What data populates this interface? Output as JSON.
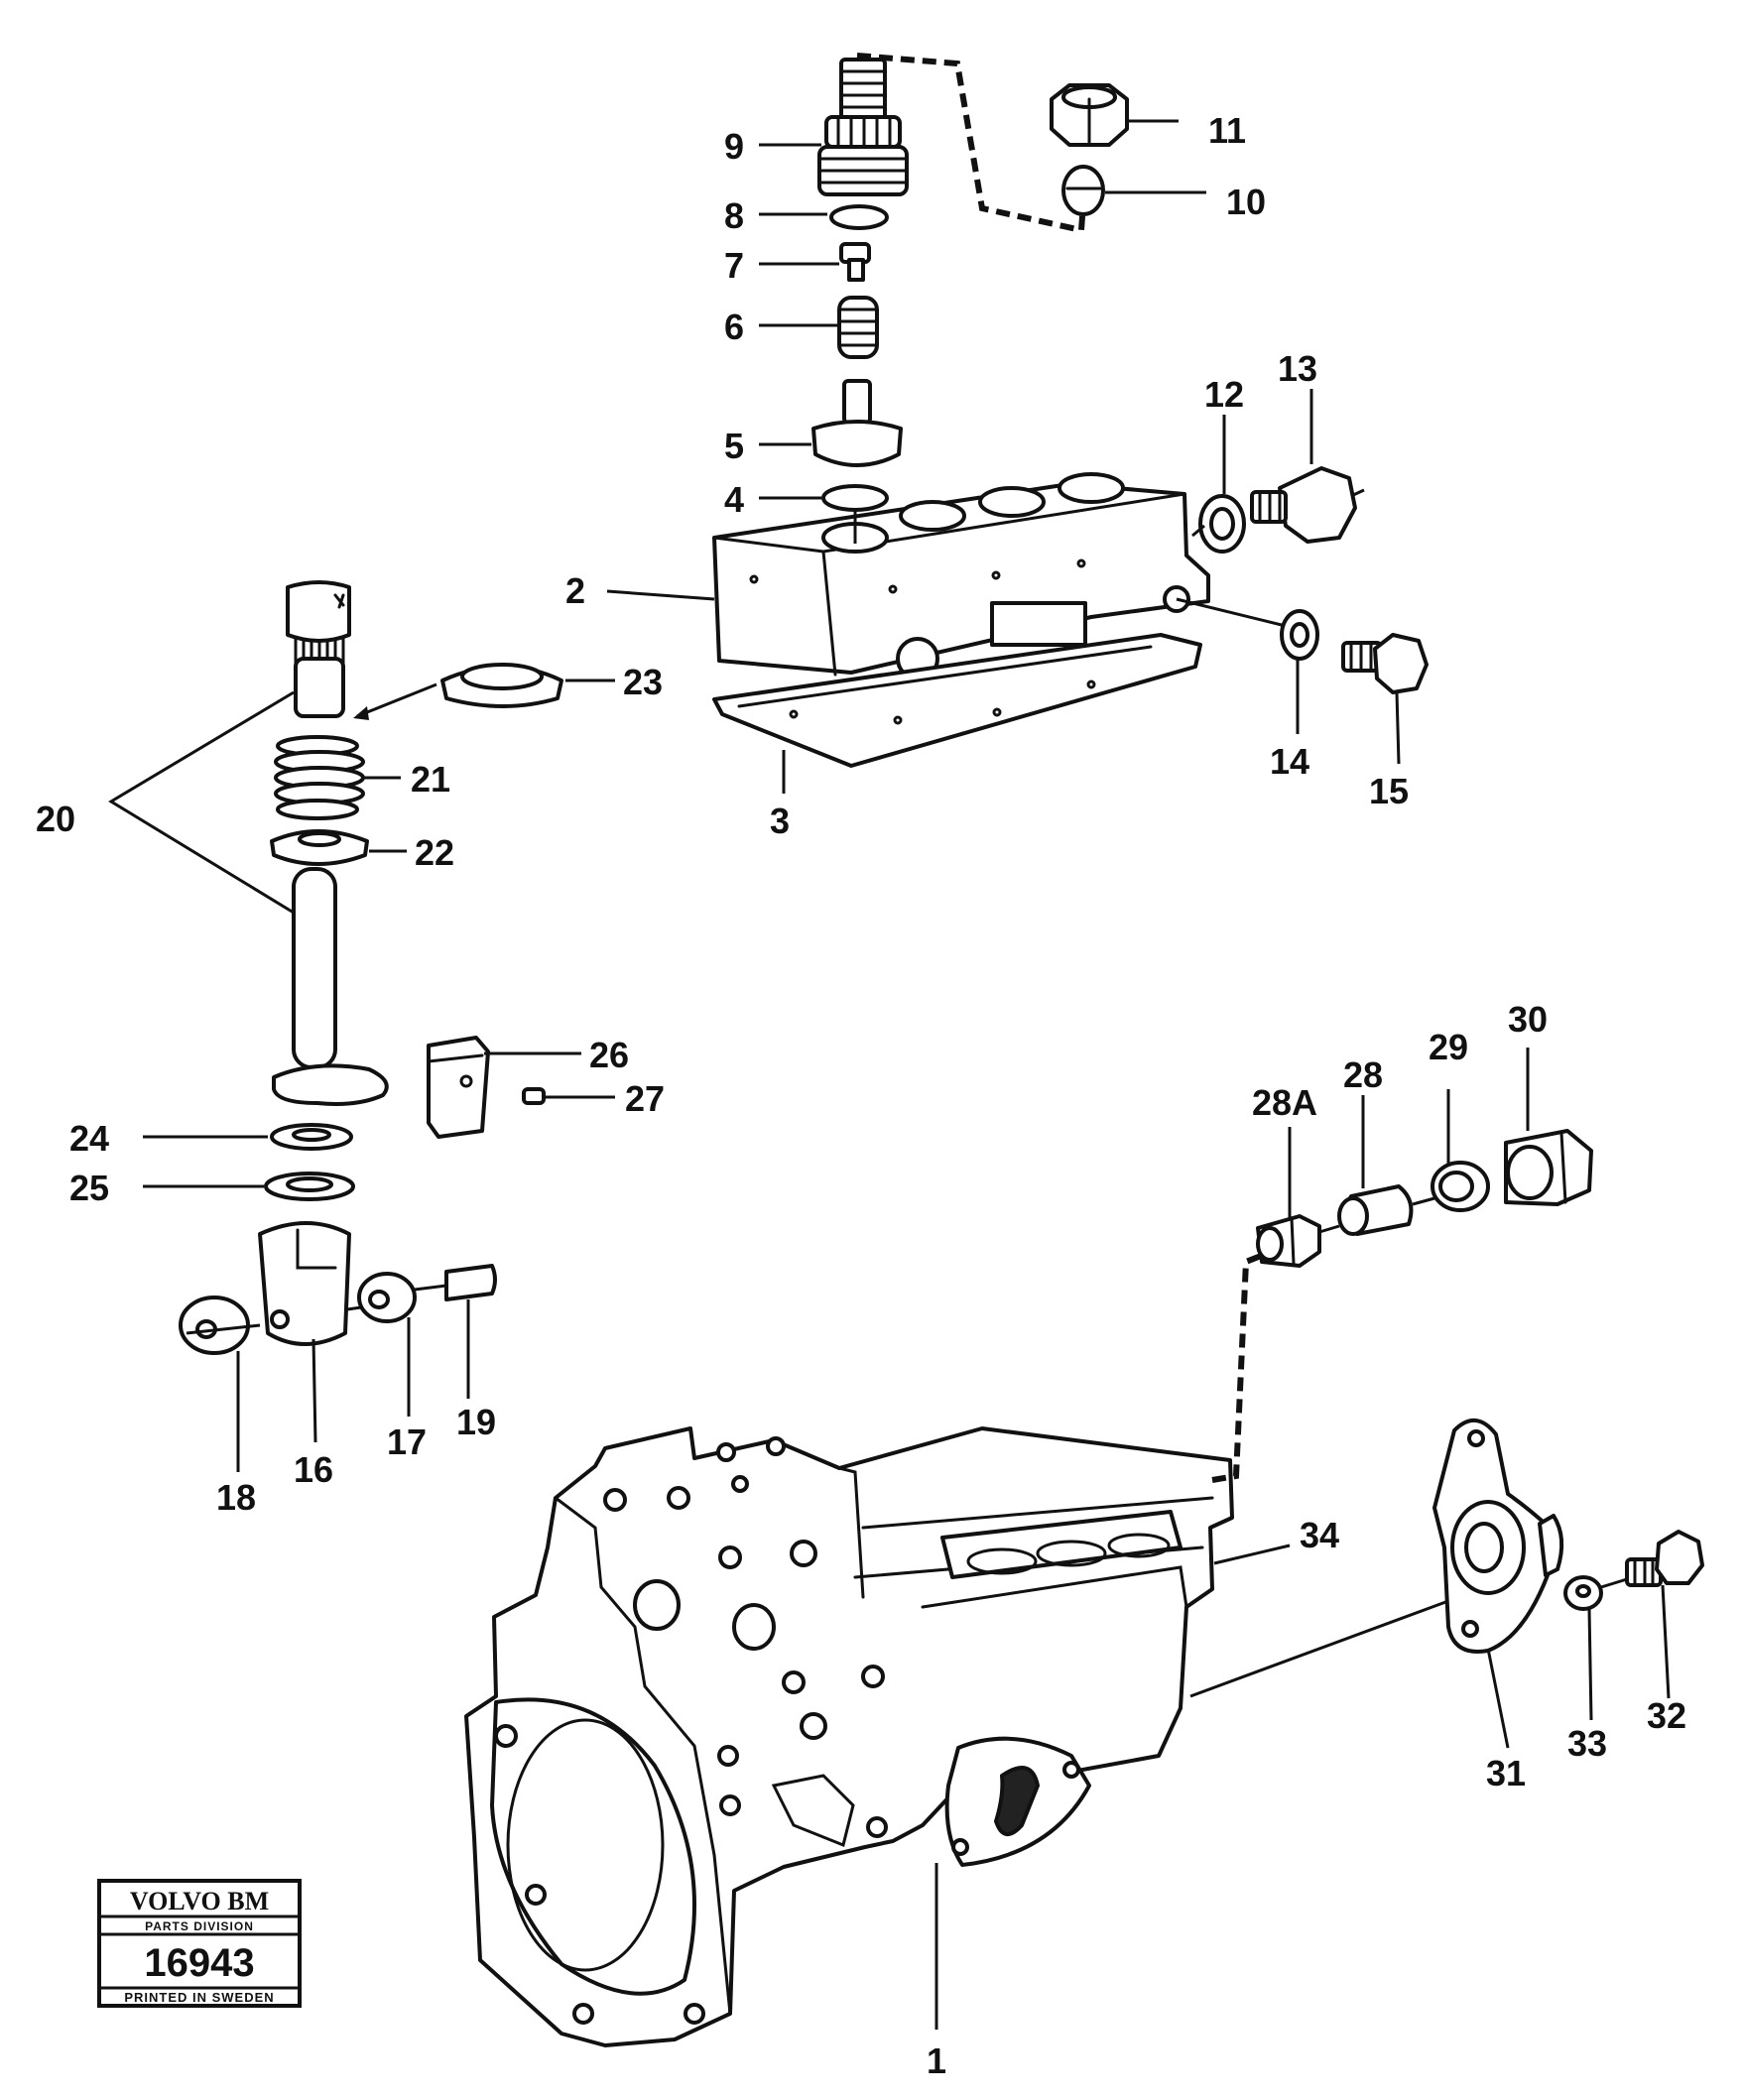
{
  "stamp": {
    "brand": "VOLVO BM",
    "division": "PARTS DIVISION",
    "number": "16943",
    "footer": "PRINTED IN SWEDEN"
  },
  "callouts": {
    "c1": "1",
    "c2": "2",
    "c3": "3",
    "c4": "4",
    "c5": "5",
    "c6": "6",
    "c7": "7",
    "c8": "8",
    "c9": "9",
    "c10": "10",
    "c11": "11",
    "c12": "12",
    "c13": "13",
    "c14": "14",
    "c15": "15",
    "c16": "16",
    "c17": "17",
    "c18": "18",
    "c19": "19",
    "c20": "20",
    "c21": "21",
    "c22": "22",
    "c23": "23",
    "c24": "24",
    "c25": "25",
    "c26": "26",
    "c27": "27",
    "c28a": "28A",
    "c28": "28",
    "c29": "29",
    "c30": "30",
    "c31": "31",
    "c32": "32",
    "c33": "33",
    "c34": "34"
  }
}
